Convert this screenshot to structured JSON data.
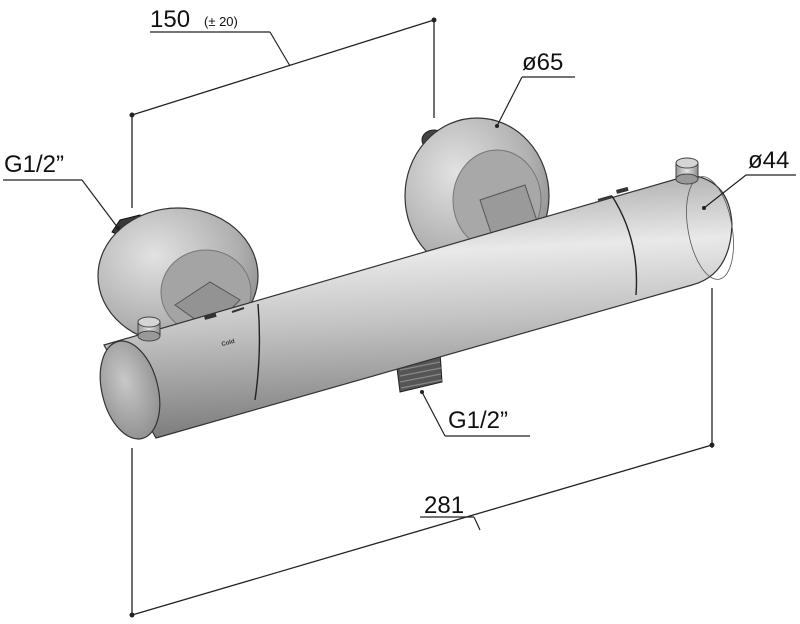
{
  "dimensions": {
    "width_value": "150",
    "width_tolerance": "(± 20)",
    "length_value": "281",
    "rosette_diameter": "ø65",
    "body_diameter": "ø44",
    "inlet_thread": "G1/2”",
    "outlet_thread": "G1/2”"
  },
  "markings": {
    "cold_label": "Cold"
  },
  "colors": {
    "metal_light": "#e6e6e6",
    "metal_mid": "#b9b9b9",
    "metal_dark": "#7a7a7a",
    "line": "#222222"
  }
}
